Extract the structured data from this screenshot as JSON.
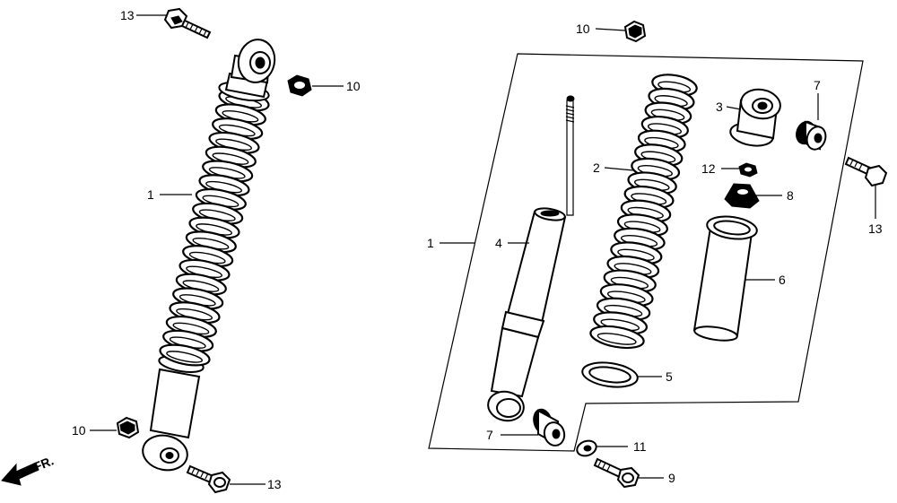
{
  "callouts": {
    "left_13_top": "13",
    "left_10_top": "10",
    "left_1": "1",
    "left_10_bottom": "10",
    "left_13_bottom": "13",
    "right_10_top": "10",
    "right_1": "1",
    "right_2": "2",
    "right_3": "3",
    "right_4": "4",
    "right_5": "5",
    "right_6": "6",
    "right_7_top": "7",
    "right_7_bottom": "7",
    "right_8": "8",
    "right_9": "9",
    "right_11": "11",
    "right_12": "12",
    "right_13": "13"
  },
  "direction_label": "FR."
}
